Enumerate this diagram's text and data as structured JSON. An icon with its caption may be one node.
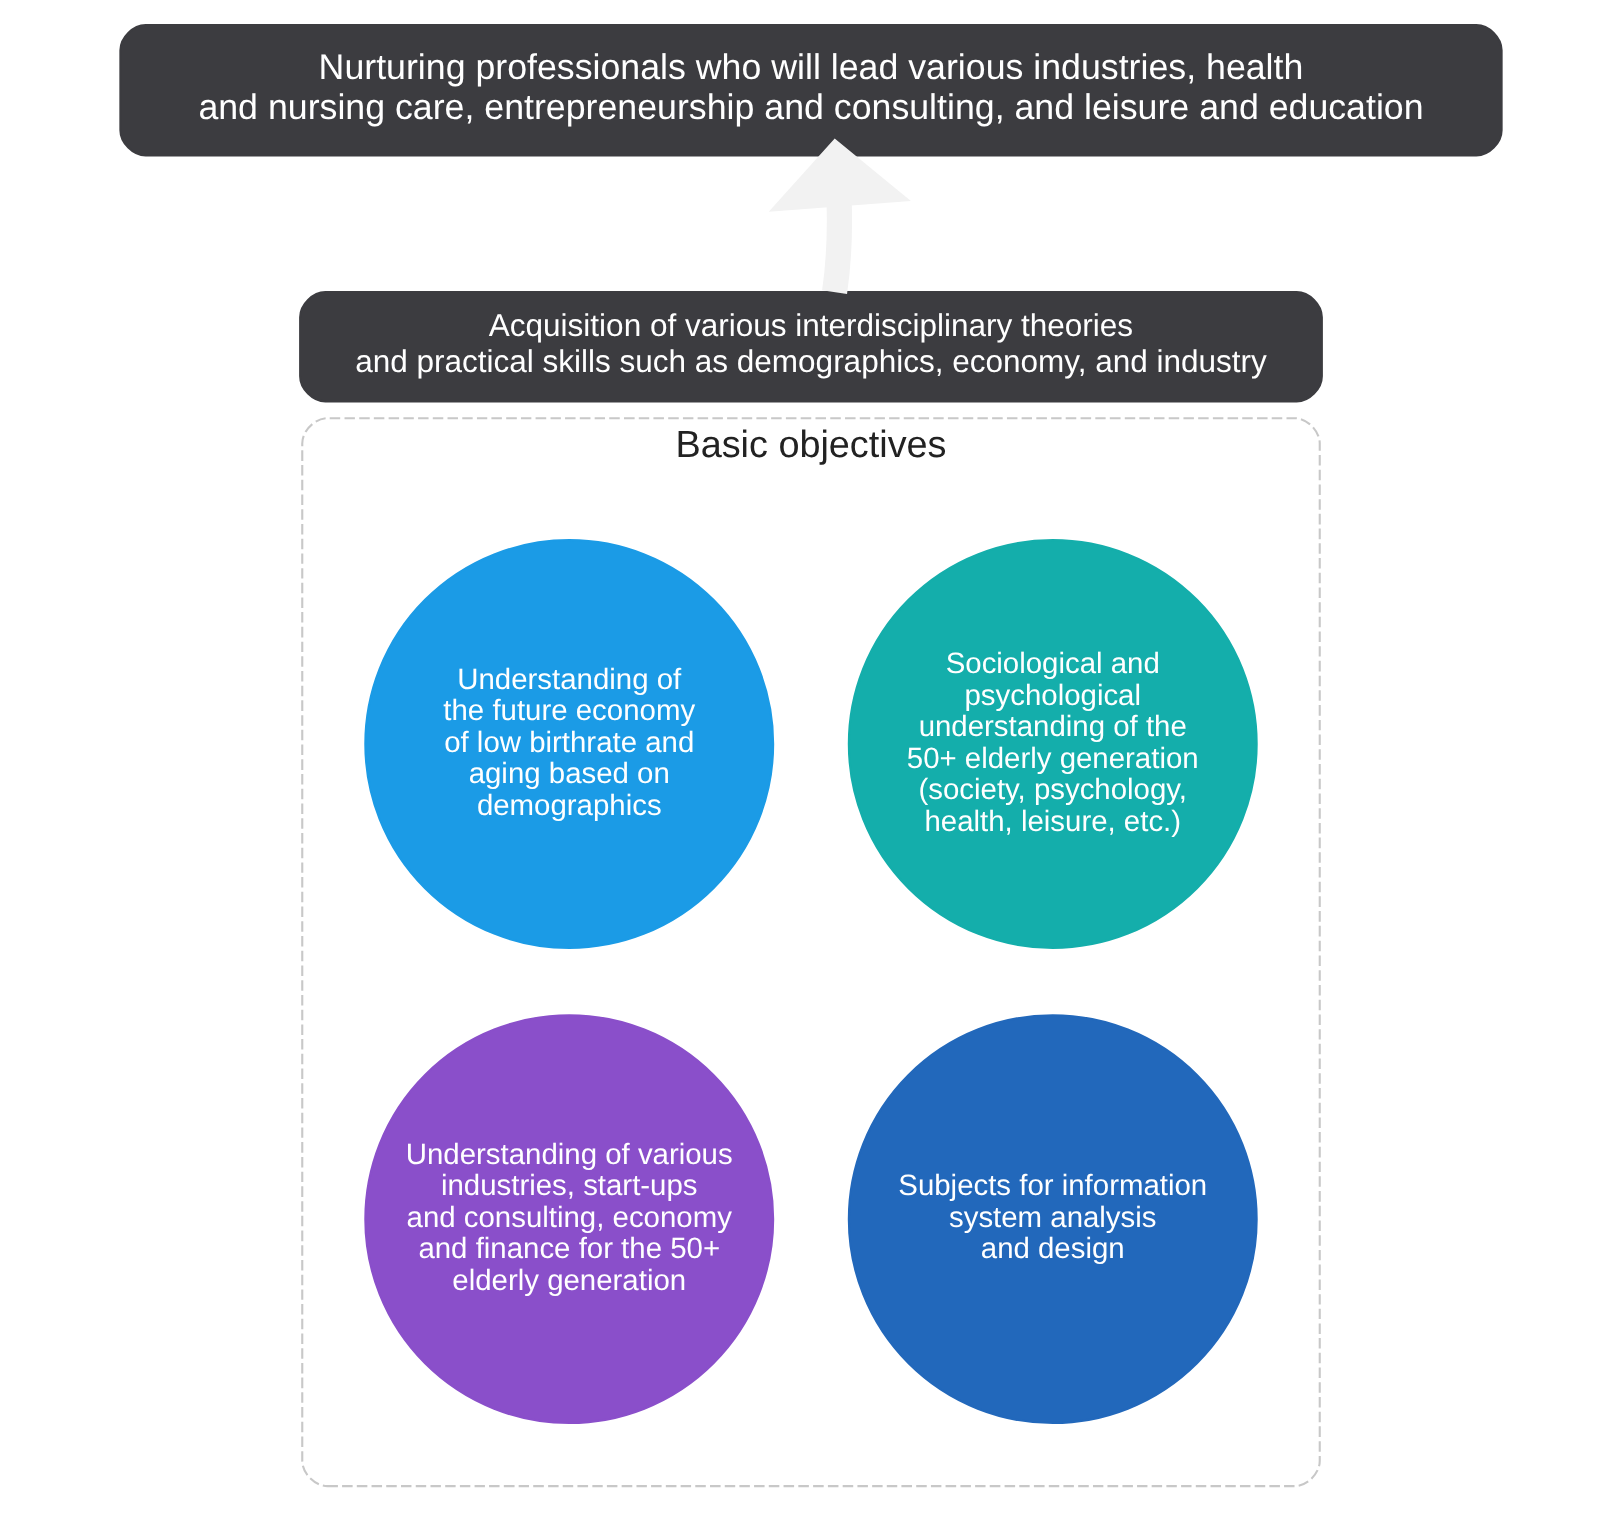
{
  "diagram": {
    "nodes": [
      {
        "text": [
          "Nurturing professionals who will lead various industries, health and nursing care, entrepreneurship and consulting, and leisure and education"
        ]
      },
      {
        "text": [
          "Acquisition of various interdisciplinary theories and practical skills such as demographics, economy, and industry"
        ]
      },
      {
        "text": [
          "Basic objectives"
        ]
      },
      {
        "text": [
          "Understanding of the future economy of low birthrate and aging based on demographics"
        ],
        "in": 2
      },
      {
        "text": [
          "Sociological and psychological understanding of the 50+ elderly generation (society, psychology, health, leisure, etc.)"
        ],
        "in": 2
      },
      {
        "text": [
          "Understanding of various industries, start-ups and consulting, economy and finance for the 50+ elderly generation"
        ],
        "in": 2
      },
      {
        "text": [
          "Subjects for information system analysis and design"
        ],
        "in": 2
      }
    ],
    "edges": [
      {
        "from": 1,
        "to": 0,
        "arrow": "to",
        "color": "#f2f2f2"
      }
    ]
  }
}
